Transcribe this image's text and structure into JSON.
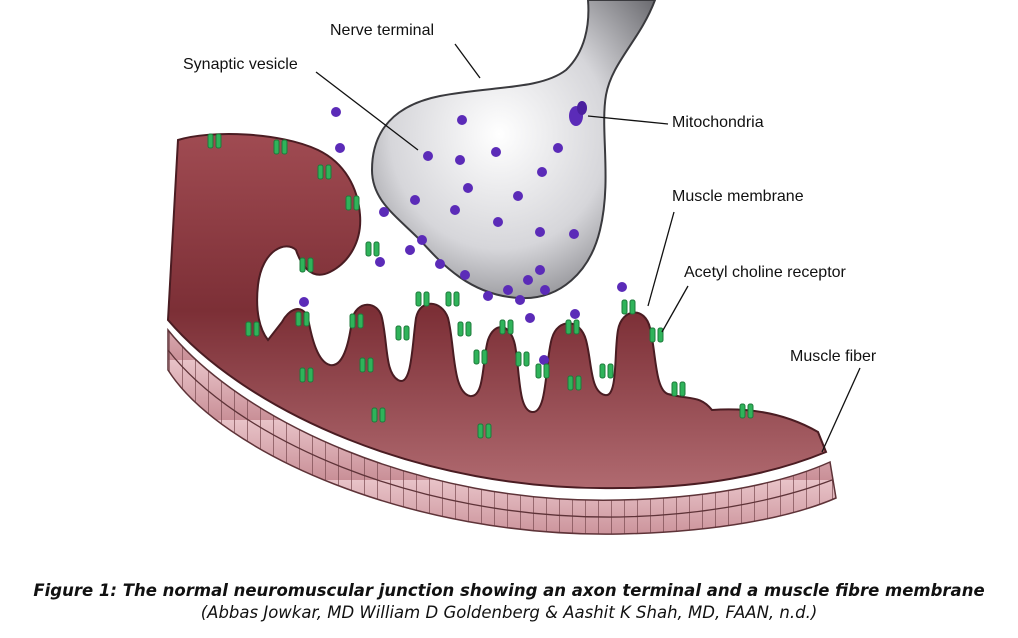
{
  "labels": {
    "nerve_terminal": "Nerve terminal",
    "synaptic_vesicle": "Synaptic vesicle",
    "mitochondria": "Mitochondria",
    "muscle_membrane": "Muscle membrane",
    "acetyl_choline_receptor": "Acetyl choline receptor",
    "muscle_fiber": "Muscle fiber"
  },
  "caption": {
    "title": "Figure 1: The normal neuromuscular junction showing an axon terminal and a muscle fibre membrane",
    "credit": "(Abbas Jowkar, MD William D Goldenberg & Aashit K Shah, MD, FAAN, n.d.)"
  },
  "colors": {
    "muscle_tissue": "#8a3a3f",
    "muscle_fiber_band": "#d8a7ae",
    "nerve_terminal": "#b9b9bd",
    "vesicle": "#5b2bb8",
    "receptor": "#2fb35a"
  }
}
